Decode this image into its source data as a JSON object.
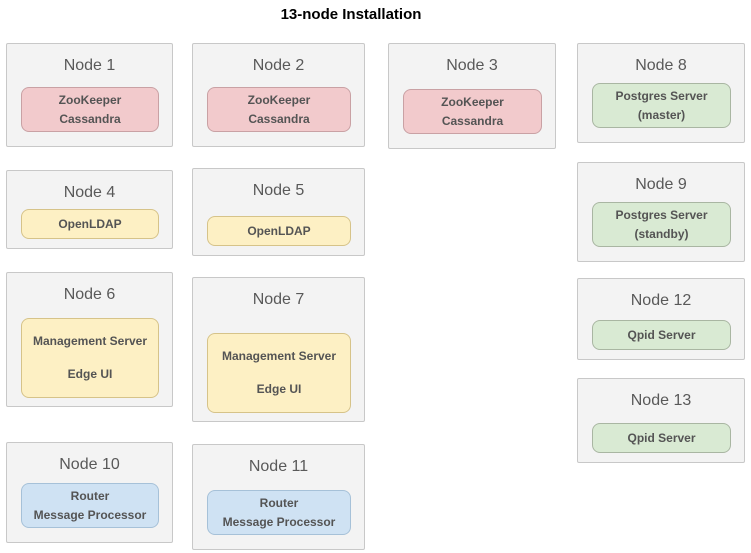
{
  "title": "13-node Installation",
  "colors": {
    "pink_fill": "#f2cacc",
    "pink_border": "#c9a1a4",
    "yellow_fill": "#fdf0c4",
    "yellow_border": "#d6c389",
    "green_fill": "#d9ead3",
    "green_border": "#a9b6a2",
    "blue_fill": "#cfe2f3",
    "blue_border": "#a6c1d8",
    "node_fill": "#f3f3f3",
    "node_border": "#c8c8c8"
  },
  "nodes": [
    {
      "label": "Node 1",
      "services": [
        "ZooKeeper",
        "Cassandra"
      ]
    },
    {
      "label": "Node 2",
      "services": [
        "ZooKeeper",
        "Cassandra"
      ]
    },
    {
      "label": "Node 3",
      "services": [
        "ZooKeeper",
        "Cassandra"
      ]
    },
    {
      "label": "Node 4",
      "services": [
        "OpenLDAP"
      ]
    },
    {
      "label": "Node 5",
      "services": [
        "OpenLDAP"
      ]
    },
    {
      "label": "Node 6",
      "services": [
        "Management Server",
        "Edge UI"
      ]
    },
    {
      "label": "Node 7",
      "services": [
        "Management Server",
        "Edge UI"
      ]
    },
    {
      "label": "Node 8",
      "services": [
        "Postgres Server",
        "(master)"
      ]
    },
    {
      "label": "Node 9",
      "services": [
        "Postgres Server",
        "(standby)"
      ]
    },
    {
      "label": "Node 10",
      "services": [
        "Router",
        "Message Processor"
      ]
    },
    {
      "label": "Node 11",
      "services": [
        "Router",
        "Message Processor"
      ]
    },
    {
      "label": "Node 12",
      "services": [
        "Qpid Server"
      ]
    },
    {
      "label": "Node 13",
      "services": [
        "Qpid Server"
      ]
    }
  ]
}
